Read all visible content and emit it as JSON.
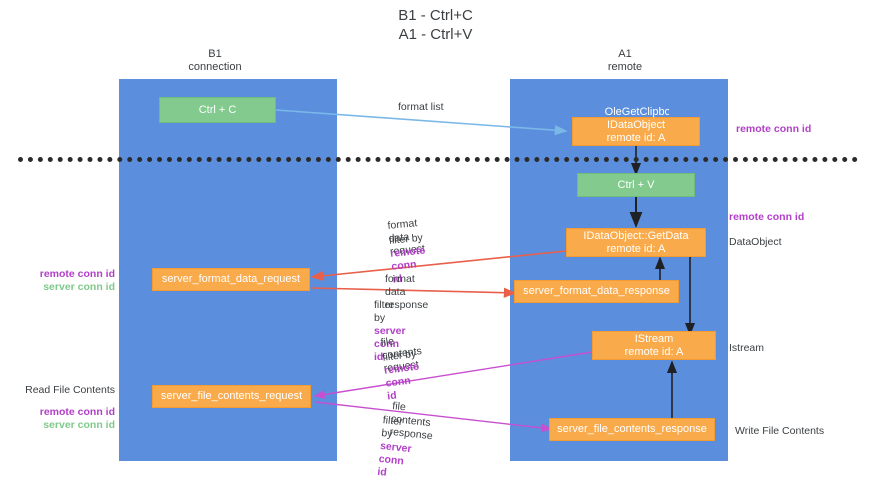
{
  "title": "B1 - Ctrl+C\nA1 - Ctrl+V",
  "columns": {
    "left": {
      "name": "B1",
      "sub": "connection",
      "label": "B1\nconnection"
    },
    "right": {
      "name": "A1",
      "sub": "remote",
      "label": "A1\nremote"
    }
  },
  "colors": {
    "lane": "#5b8fde",
    "green_node": "#82ca8e",
    "orange_node": "#f9aa4b",
    "remote_conn_id": "#b23fc8",
    "server_conn_id": "#7fc98b",
    "arrow_blue": "#7ab8e8",
    "arrow_red": "#e8604c",
    "arrow_magenta": "#c84fd0",
    "arrow_black": "#202124",
    "divider": "#2b2b2b",
    "text": "#3c4043"
  },
  "nodes": {
    "ctrl_c": "Ctrl + C",
    "ctrl_v": "Ctrl + V",
    "ole_get_clipboard": "IDataObject\nremote id: A",
    "ole_get_clipboard_overlay": "OleGetClipboard",
    "get_data": "IDataObject::GetData\nremote id: A",
    "server_format_data_request": "server_format_data_request",
    "server_format_data_response": "server_format_data_response",
    "istream": "IStream\nremote id: A",
    "server_file_contents_request": "server_file_contents_request",
    "server_file_contents_response": "server_file_contents_response"
  },
  "edge_labels": {
    "format_list": "format list",
    "format_data_request": "format data request",
    "format_data_request_filter_prefix": "filter by ",
    "format_data_request_filter_key": "remote conn id",
    "format_data_response": "format data response",
    "format_data_response_filter_prefix": "filter by ",
    "format_data_response_filter_key": "server conn id",
    "file_contents_request": "file contents request",
    "file_contents_request_filter_prefix": "filter by ",
    "file_contents_request_filter_key": "remote conn id",
    "file_contents_response": "file contents response",
    "file_contents_response_filter_prefix": "filter by ",
    "file_contents_response_filter_key": "server conn id"
  },
  "side_labels": {
    "remote_conn_id_top": "remote conn id",
    "remote_conn_id_mid": "remote conn id",
    "data_object": "DataObject",
    "istream": "Istream",
    "write_file_contents": "Write File Contents"
  },
  "left_legends": {
    "mid": {
      "remote": "remote conn id",
      "server": "server conn id"
    },
    "bottom_title": "Read File Contents",
    "bottom": {
      "remote": "remote conn id",
      "server": "server conn id"
    }
  }
}
